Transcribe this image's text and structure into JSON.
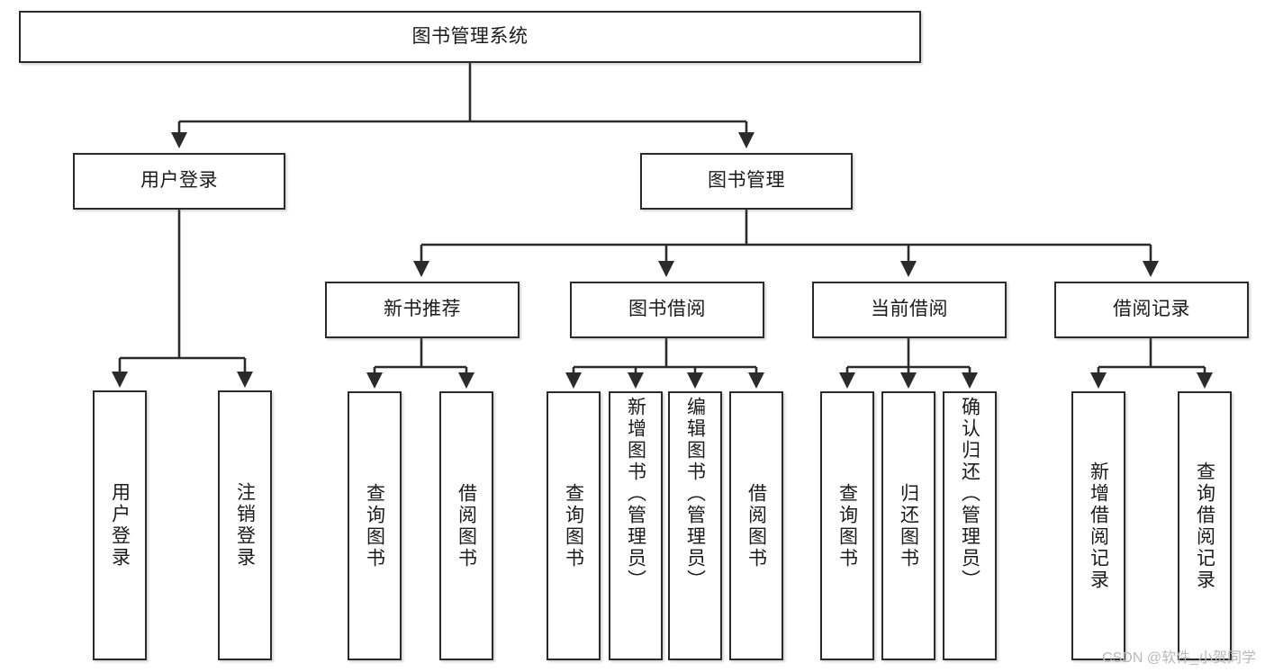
{
  "diagram": {
    "type": "tree",
    "title": "图书管理系统",
    "watermark": "CSDN @软件_小贺同学",
    "colors": {
      "box_border": "#2b2b2b",
      "box_fill": "#ffffff",
      "edge": "#2b2b2b",
      "text": "#1b1b1b",
      "watermark": "#b9b9b9"
    },
    "root": {
      "id": "root",
      "label": "图书管理系统"
    },
    "level2": [
      {
        "id": "user-login",
        "label": "用户登录"
      },
      {
        "id": "book-manage",
        "label": "图书管理"
      }
    ],
    "level3": [
      {
        "id": "new-book-recommend",
        "label": "新书推荐"
      },
      {
        "id": "book-borrow",
        "label": "图书借阅"
      },
      {
        "id": "current-borrow",
        "label": "当前借阅"
      },
      {
        "id": "borrow-record",
        "label": "借阅记录"
      }
    ],
    "leaves": {
      "user_login": [
        {
          "id": "leaf-user-login",
          "label": "用户登录"
        },
        {
          "id": "leaf-logout",
          "label": "注销登录"
        }
      ],
      "new_book_recommend": [
        {
          "id": "leaf-query-book-1",
          "label": "查询图书"
        },
        {
          "id": "leaf-borrow-book-1",
          "label": "借阅图书"
        }
      ],
      "book_borrow": [
        {
          "id": "leaf-query-book-2",
          "label": "查询图书"
        },
        {
          "id": "leaf-add-book",
          "label": "新增图书（管理员）"
        },
        {
          "id": "leaf-edit-book",
          "label": "编辑图书（管理员）"
        },
        {
          "id": "leaf-borrow-book-2",
          "label": "借阅图书"
        }
      ],
      "current_borrow": [
        {
          "id": "leaf-query-book-3",
          "label": "查询图书"
        },
        {
          "id": "leaf-return-book",
          "label": "归还图书"
        },
        {
          "id": "leaf-confirm-return",
          "label": "确认归还（管理员）"
        }
      ],
      "borrow_record": [
        {
          "id": "leaf-add-record",
          "label": "新增借阅记录"
        },
        {
          "id": "leaf-query-record",
          "label": "查询借阅记录"
        }
      ]
    }
  }
}
